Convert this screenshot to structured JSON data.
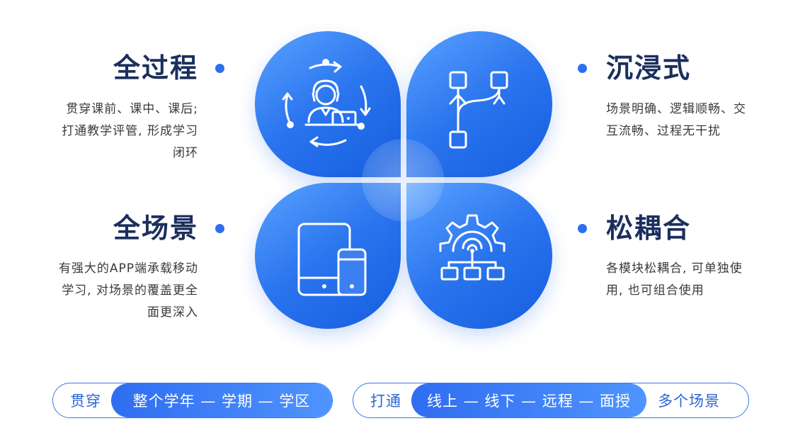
{
  "features": {
    "top_left": {
      "title": "全过程",
      "desc": [
        "贯穿课前、课中、课后;",
        "打通教学评管, 形成学习",
        "闭环"
      ],
      "icon": "teacher-cycle-icon"
    },
    "top_right": {
      "title": "沉浸式",
      "desc": [
        "场景明确、逻辑顺畅、交",
        "互流畅、过程无干扰"
      ],
      "icon": "flow-branch-icon"
    },
    "bottom_left": {
      "title": "全场景",
      "desc": [
        "有强大的APP端承载移动",
        "学习, 对场景的覆盖更全",
        "面更深入"
      ],
      "icon": "tablet-phone-icon"
    },
    "bottom_right": {
      "title": "松耦合",
      "desc": [
        "各模块松耦合, 可单独使",
        "用, 也可组合使用"
      ],
      "icon": "gear-module-icon"
    }
  },
  "pills": {
    "left": {
      "prefix": "贯穿",
      "main": "整个学年 — 学期 — 学区"
    },
    "right": {
      "prefix": "打通",
      "main": "线上 — 线下 — 远程 — 面授",
      "suffix": "多个场景"
    }
  },
  "colors": {
    "petal_light": "#5aa2ff",
    "petal_dark": "#155ee0",
    "title": "#1b2f5e",
    "accent": "#2c6ff0"
  }
}
